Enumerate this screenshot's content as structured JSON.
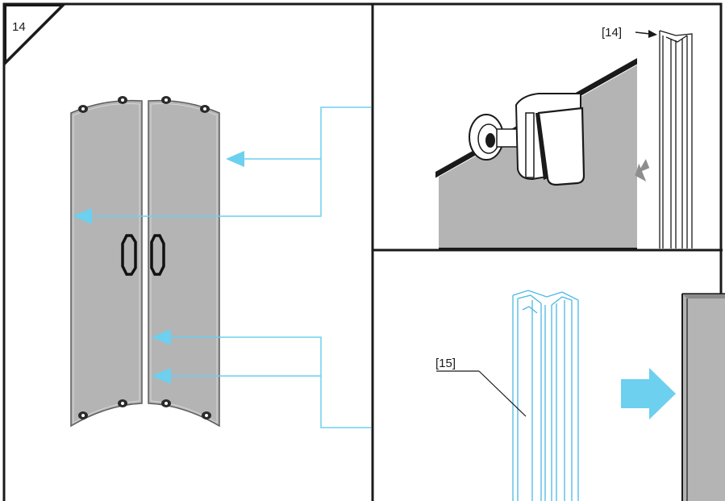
{
  "step_number": "14",
  "callouts": {
    "end_seal": "[14]",
    "door_seal": "[15]"
  },
  "colors": {
    "frame": "#1a1a1a",
    "glass": "#b4b4b4",
    "glass_edge": "#5c5c5c",
    "accent_cyan": "#6cd0ee",
    "seal_outline": "#4ab8e6",
    "hardware": "#2a2a2a"
  },
  "icons": [
    "door-handle-icon",
    "glass-clamp-icon",
    "push-arrow-icon",
    "leader-arrow-icon"
  ]
}
